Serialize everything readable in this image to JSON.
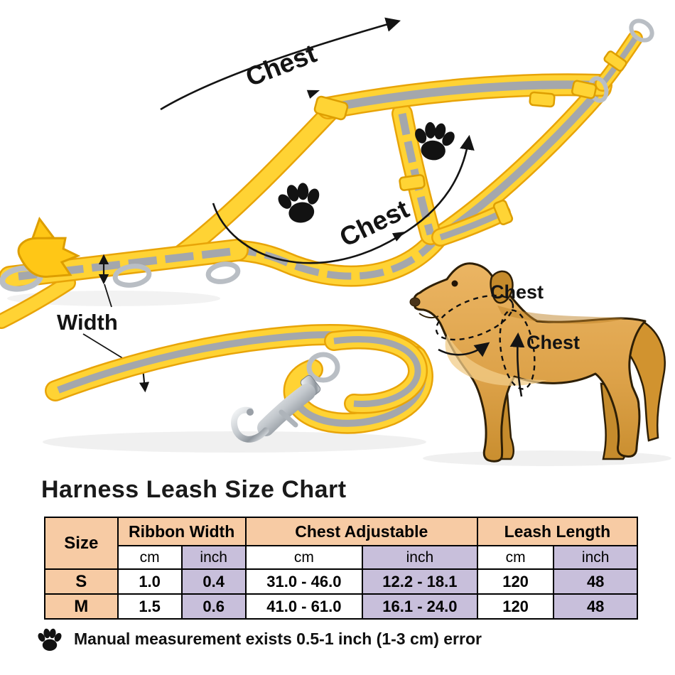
{
  "illustration": {
    "harness": {
      "chest_label_top": "Chest",
      "chest_label_middle": "Chest",
      "width_label": "Width"
    },
    "dog": {
      "chest_label_upper": "Chest",
      "chest_label_lower": "Chest"
    },
    "icons": [
      "paw-print-icon",
      "d-ring-icon",
      "snap-hook-icon",
      "buckle-icon"
    ],
    "colors": {
      "strap_yellow": "#FFD334",
      "strap_edge": "#E8A408",
      "reflective_gray": "#A4A7AC",
      "metal": "#C3C8CD",
      "dog_gold": "#DFA64F",
      "annotation_black": "#141414"
    }
  },
  "size_chart": {
    "title": "Harness Leash Size Chart",
    "column_groups": [
      "Size",
      "Ribbon Width",
      "Chest Adjustable",
      "Leash Length"
    ],
    "units": {
      "cm": "cm",
      "inch": "inch"
    },
    "rows": [
      {
        "size": "S",
        "ribbon_cm": "1.0",
        "ribbon_inch": "0.4",
        "chest_cm": "31.0 - 46.0",
        "chest_inch": "12.2 - 18.1",
        "leash_cm": "120",
        "leash_inch": "48"
      },
      {
        "size": "M",
        "ribbon_cm": "1.5",
        "ribbon_inch": "0.6",
        "chest_cm": "41.0 - 61.0",
        "chest_inch": "16.1 - 24.0",
        "leash_cm": "120",
        "leash_inch": "48"
      }
    ],
    "colors": {
      "header_bg": "#F7CBA4",
      "inch_bg": "#C8BFDB",
      "cm_bg": "#FFFFFF",
      "border": "#000000"
    }
  },
  "footnote": "Manual measurement exists 0.5-1 inch (1-3 cm) error",
  "chart_data": {
    "type": "table",
    "title": "Harness Leash Size Chart",
    "columns": [
      "Size",
      "Ribbon Width cm",
      "Ribbon Width inch",
      "Chest Adjustable cm",
      "Chest Adjustable inch",
      "Leash Length cm",
      "Leash Length inch"
    ],
    "rows": [
      [
        "S",
        "1.0",
        "0.4",
        "31.0 - 46.0",
        "12.2 - 18.1",
        "120",
        "48"
      ],
      [
        "M",
        "1.5",
        "0.6",
        "41.0 - 61.0",
        "16.1 - 24.0",
        "120",
        "48"
      ]
    ],
    "note": "Manual measurement exists 0.5-1 inch (1-3 cm) error"
  }
}
